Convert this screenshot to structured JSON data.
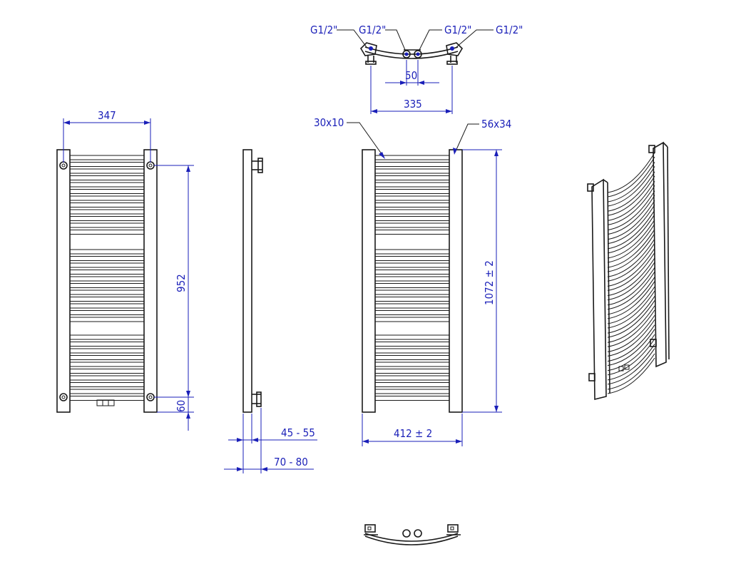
{
  "colors": {
    "dimension": "#1a1fb8",
    "ink": "#1a1a1a",
    "background": "#ffffff"
  },
  "labels": {
    "conn_outer_left": "G1/2\"",
    "conn_inner_left": "G1/2\"",
    "conn_inner_right": "G1/2\"",
    "conn_outer_right": "G1/2\"",
    "center_spacing": "50",
    "connection_span": "335",
    "bar_section": "30x10",
    "collector_section": "56x34",
    "frame_width": "347",
    "axis_height": "952",
    "bottom_offset": "60",
    "wall_gap_small": "45 - 55",
    "wall_gap_large": "70 - 80",
    "total_width": "412 ± 2",
    "total_height": "1072 ± 2"
  }
}
